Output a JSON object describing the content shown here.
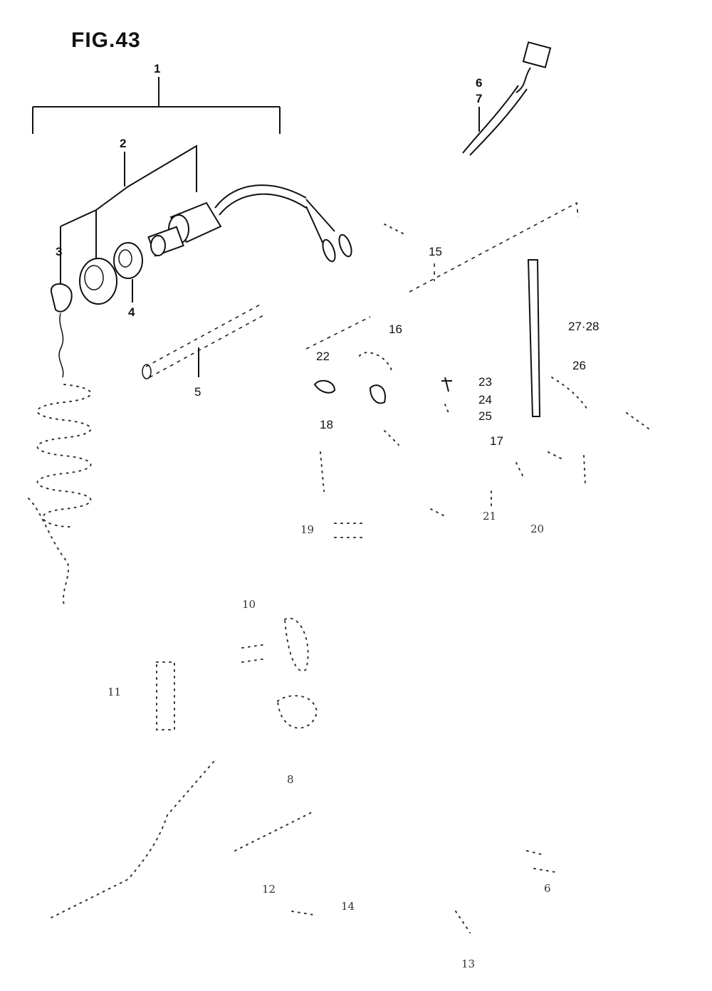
{
  "figure": {
    "title": "FIG.43"
  },
  "callouts": [
    {
      "id": "1",
      "text": "1"
    },
    {
      "id": "2",
      "text": "2"
    },
    {
      "id": "3",
      "text": "3"
    },
    {
      "id": "4",
      "text": "4"
    },
    {
      "id": "5",
      "text": "5"
    },
    {
      "id": "6",
      "text": "6"
    },
    {
      "id": "7",
      "text": "7"
    },
    {
      "id": "15",
      "text": "15"
    },
    {
      "id": "16",
      "text": "16"
    },
    {
      "id": "27-28",
      "text": "27·28"
    },
    {
      "id": "26",
      "text": "26"
    },
    {
      "id": "22",
      "text": "22"
    },
    {
      "id": "23",
      "text": "23"
    },
    {
      "id": "24",
      "text": "24"
    },
    {
      "id": "25",
      "text": "25"
    },
    {
      "id": "18",
      "text": "18"
    },
    {
      "id": "17",
      "text": "17"
    },
    {
      "id": "21",
      "text": "21"
    },
    {
      "id": "19",
      "text": "19"
    },
    {
      "id": "20",
      "text": "20"
    },
    {
      "id": "10",
      "text": "10"
    },
    {
      "id": "11",
      "text": "11"
    },
    {
      "id": "8",
      "text": "8"
    },
    {
      "id": "12",
      "text": "12"
    },
    {
      "id": "14",
      "text": "14"
    },
    {
      "id": "6b",
      "text": "6"
    },
    {
      "id": "13",
      "text": "13"
    }
  ]
}
